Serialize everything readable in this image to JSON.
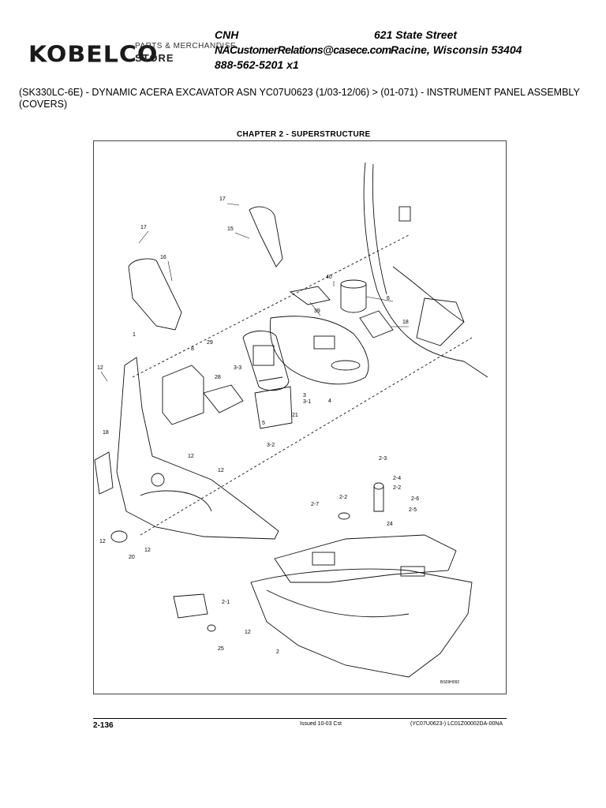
{
  "header": {
    "logo_text": "KOBELCO",
    "logo_sub_line1": "PARTS & MERCHANDISE",
    "logo_sub_line2": "STORE",
    "company": "CNH",
    "email": "NACustomerRelations@casece.com",
    "phone": "888-562-5201 x1",
    "street": "621 State Street",
    "city_line": "Racine, Wisconsin 53404"
  },
  "breadcrumb": "(SK330LC-6E) - DYNAMIC ACERA EXCAVATOR ASN YC07U0623 (1/03-12/06) > (01-071) - INSTRUMENT PANEL ASSEMBLY (COVERS)",
  "chapter": "CHAPTER 2 - SUPERSTRUCTURE",
  "diagram_code": "BS09H092",
  "footer": {
    "page": "2-136",
    "issued": "Issued 10-03   Cst",
    "code": "(YC07U0623-)   LC01Z00002DA-00NA"
  },
  "callouts": [
    "17",
    "17",
    "15",
    "16",
    "12",
    "40",
    "39",
    "6",
    "18",
    "1",
    "29",
    "8",
    "3-3",
    "28",
    "3",
    "3-1",
    "4",
    "12",
    "21",
    "5",
    "18",
    "12",
    "3-2",
    "12",
    "2-3",
    "2-4",
    "2-2",
    "2-7",
    "2-2",
    "2-6",
    "2-5",
    "24",
    "20",
    "12",
    "2-1",
    "12",
    "25",
    "2"
  ]
}
